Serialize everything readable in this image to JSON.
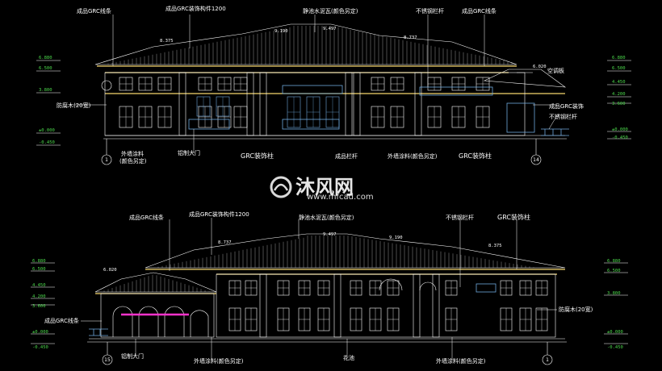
{
  "top_elevation": {
    "callouts": [
      {
        "key": "t1",
        "text": "成品GRC线条"
      },
      {
        "key": "t2",
        "text": "成品GRC装饰构件1200"
      },
      {
        "key": "t3",
        "text": "静池水泥瓦(颜色另定)"
      },
      {
        "key": "t4",
        "text": "不锈钢栏杆"
      },
      {
        "key": "t5",
        "text": "成品GRC线条"
      },
      {
        "key": "t6",
        "text": "空调板"
      },
      {
        "key": "t7",
        "text": "防腐木(20宽)"
      },
      {
        "key": "t8",
        "text": "成品GRC装饰"
      },
      {
        "key": "t9",
        "text": "不锈钢栏杆"
      },
      {
        "key": "t10",
        "text": "铝制大门"
      }
    ],
    "bottom_labels": [
      {
        "key": "b1",
        "text": "外墙涂料"
      },
      {
        "key": "b1s",
        "text": "(颜色另定)"
      },
      {
        "key": "b2",
        "text": "GRC装饰柱"
      },
      {
        "key": "b3",
        "text": "成品栏杆"
      },
      {
        "key": "b4",
        "text": "外墙涂料(颜色另定)"
      },
      {
        "key": "b5",
        "text": "GRC装饰柱"
      }
    ],
    "ridge_dims": [
      "8.375",
      "9.190",
      "9.497",
      "8.737",
      "6.020"
    ],
    "left_levels": [
      "6.880",
      "6.500",
      "3.800",
      "±0.000",
      "-0.450"
    ],
    "right_levels": [
      "6.880",
      "6.500",
      "4.450",
      "4.200",
      "3.600",
      "±0.000",
      "-0.450"
    ],
    "axis_left": "1",
    "axis_right": "14"
  },
  "bottom_elevation": {
    "callouts": [
      {
        "key": "c1",
        "text": "成品GRC线条"
      },
      {
        "key": "c2",
        "text": "成品GRC装饰构件1200"
      },
      {
        "key": "c3",
        "text": "静池水泥瓦(颜色另定)"
      },
      {
        "key": "c4",
        "text": "不锈钢栏杆"
      },
      {
        "key": "c5",
        "text": "GRC装饰柱"
      },
      {
        "key": "c6",
        "text": "成品GRC线条"
      },
      {
        "key": "c7",
        "text": "防腐木(20宽)"
      }
    ],
    "bottom_labels": [
      {
        "key": "d1",
        "text": "铝制大门"
      },
      {
        "key": "d2",
        "text": "外墙涂料(颜色另定)"
      },
      {
        "key": "d3",
        "text": "花池"
      },
      {
        "key": "d4",
        "text": "外墙涂料(颜色另定)"
      }
    ],
    "ridge_dims": [
      "6.020",
      "8.737",
      "9.497",
      "9.190",
      "8.375"
    ],
    "left_levels": [
      "6.880",
      "6.500",
      "4.450",
      "4.200",
      "3.600",
      "±0.000",
      "-0.450"
    ],
    "right_levels": [
      "6.880",
      "6.500",
      "3.800",
      "±0.000",
      "-0.450"
    ],
    "axis_left": "15",
    "axis_right": "1"
  },
  "watermark": {
    "brand": "沐风网",
    "url": "www.mfcad.com"
  },
  "colors": {
    "background": "#000000",
    "roof": "#ffffff",
    "wall": "#ffffff",
    "beam": "#f5d76e",
    "window_blue": "#6fa8dc",
    "level_green": "#4cd94c",
    "accent_magenta": "#ff33cc"
  }
}
